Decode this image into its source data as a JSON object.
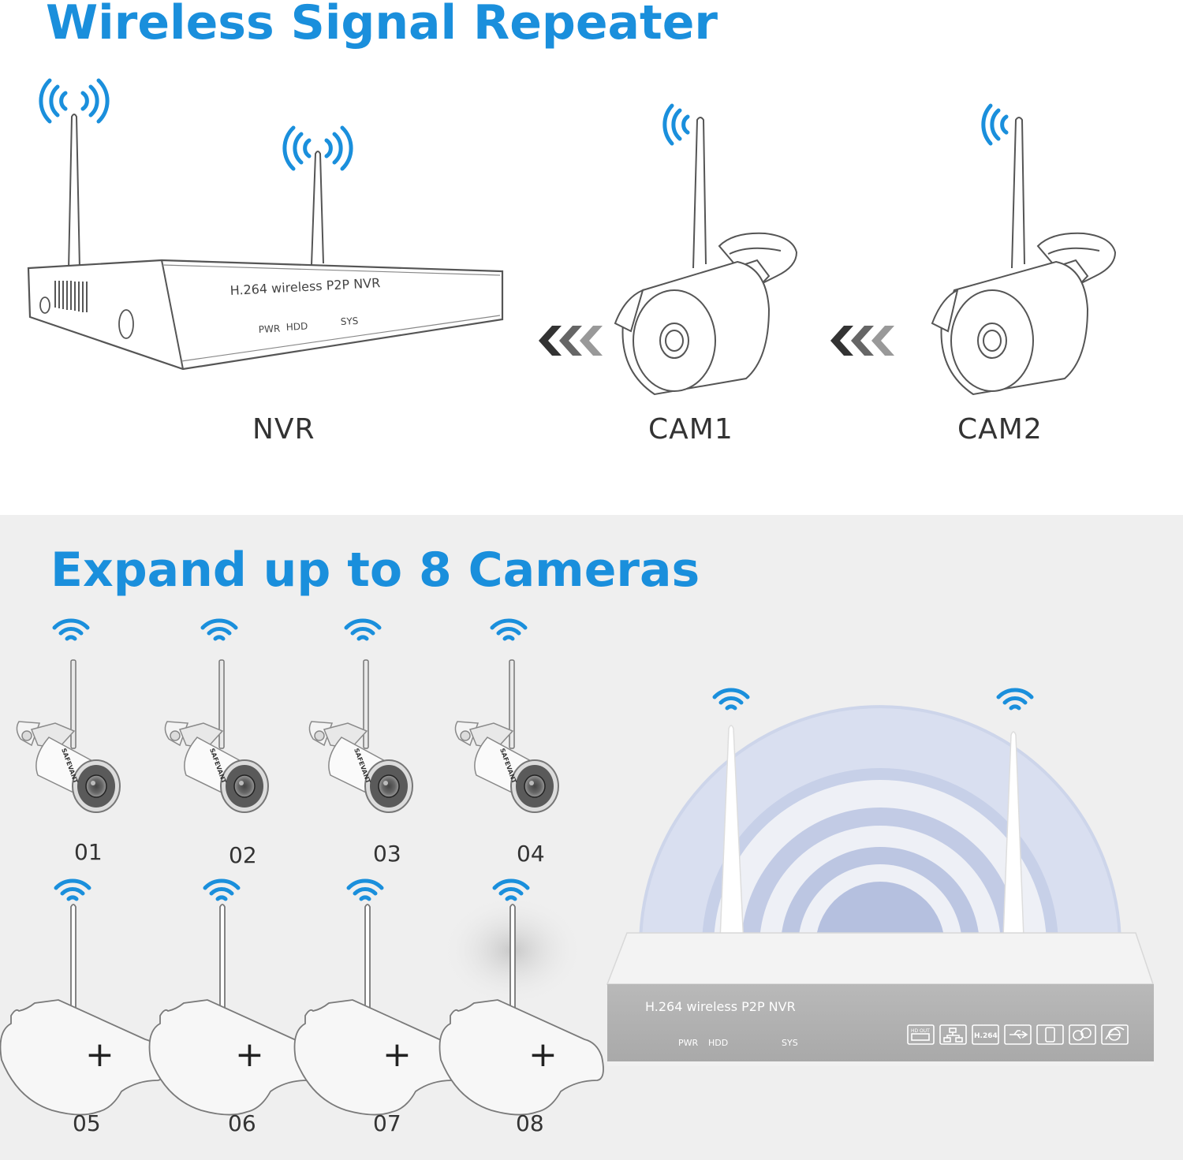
{
  "top_section": {
    "title": "Wireless Signal Repeater",
    "nvr_label": "NVR",
    "cam1_label": "CAM1",
    "cam2_label": "CAM2",
    "nvr_device_text": "H.264 wireless P2P NVR",
    "nvr_led_pwr": "PWR",
    "nvr_led_hdd": "HDD",
    "nvr_led_sys": "SYS"
  },
  "bottom_section": {
    "title": "Expand up to 8 Cameras",
    "camera_labels": [
      "01",
      "02",
      "03",
      "04"
    ],
    "slot_labels": [
      "05",
      "06",
      "07",
      "08"
    ],
    "camera_brand": "SAFEVANT",
    "nvr_device_text": "H.264 wireless P2P NVR",
    "nvr_led_pwr": "PWR",
    "nvr_led_hdd": "HDD",
    "nvr_led_sys": "SYS",
    "panel_icons": [
      "hd-out-icon",
      "network-icon",
      "h264-icon",
      "usb-icon",
      "mobile-icon",
      "cloud-icon",
      "ie-browser-icon"
    ],
    "panel_icon_h264": "H.264",
    "panel_icon_hdout": "HD OUT",
    "add_symbol": "+"
  },
  "colors": {
    "accent": "#1a8fdc",
    "bottom_bg": "#efefef",
    "signal_arc_blue": "#1a8fdc"
  }
}
